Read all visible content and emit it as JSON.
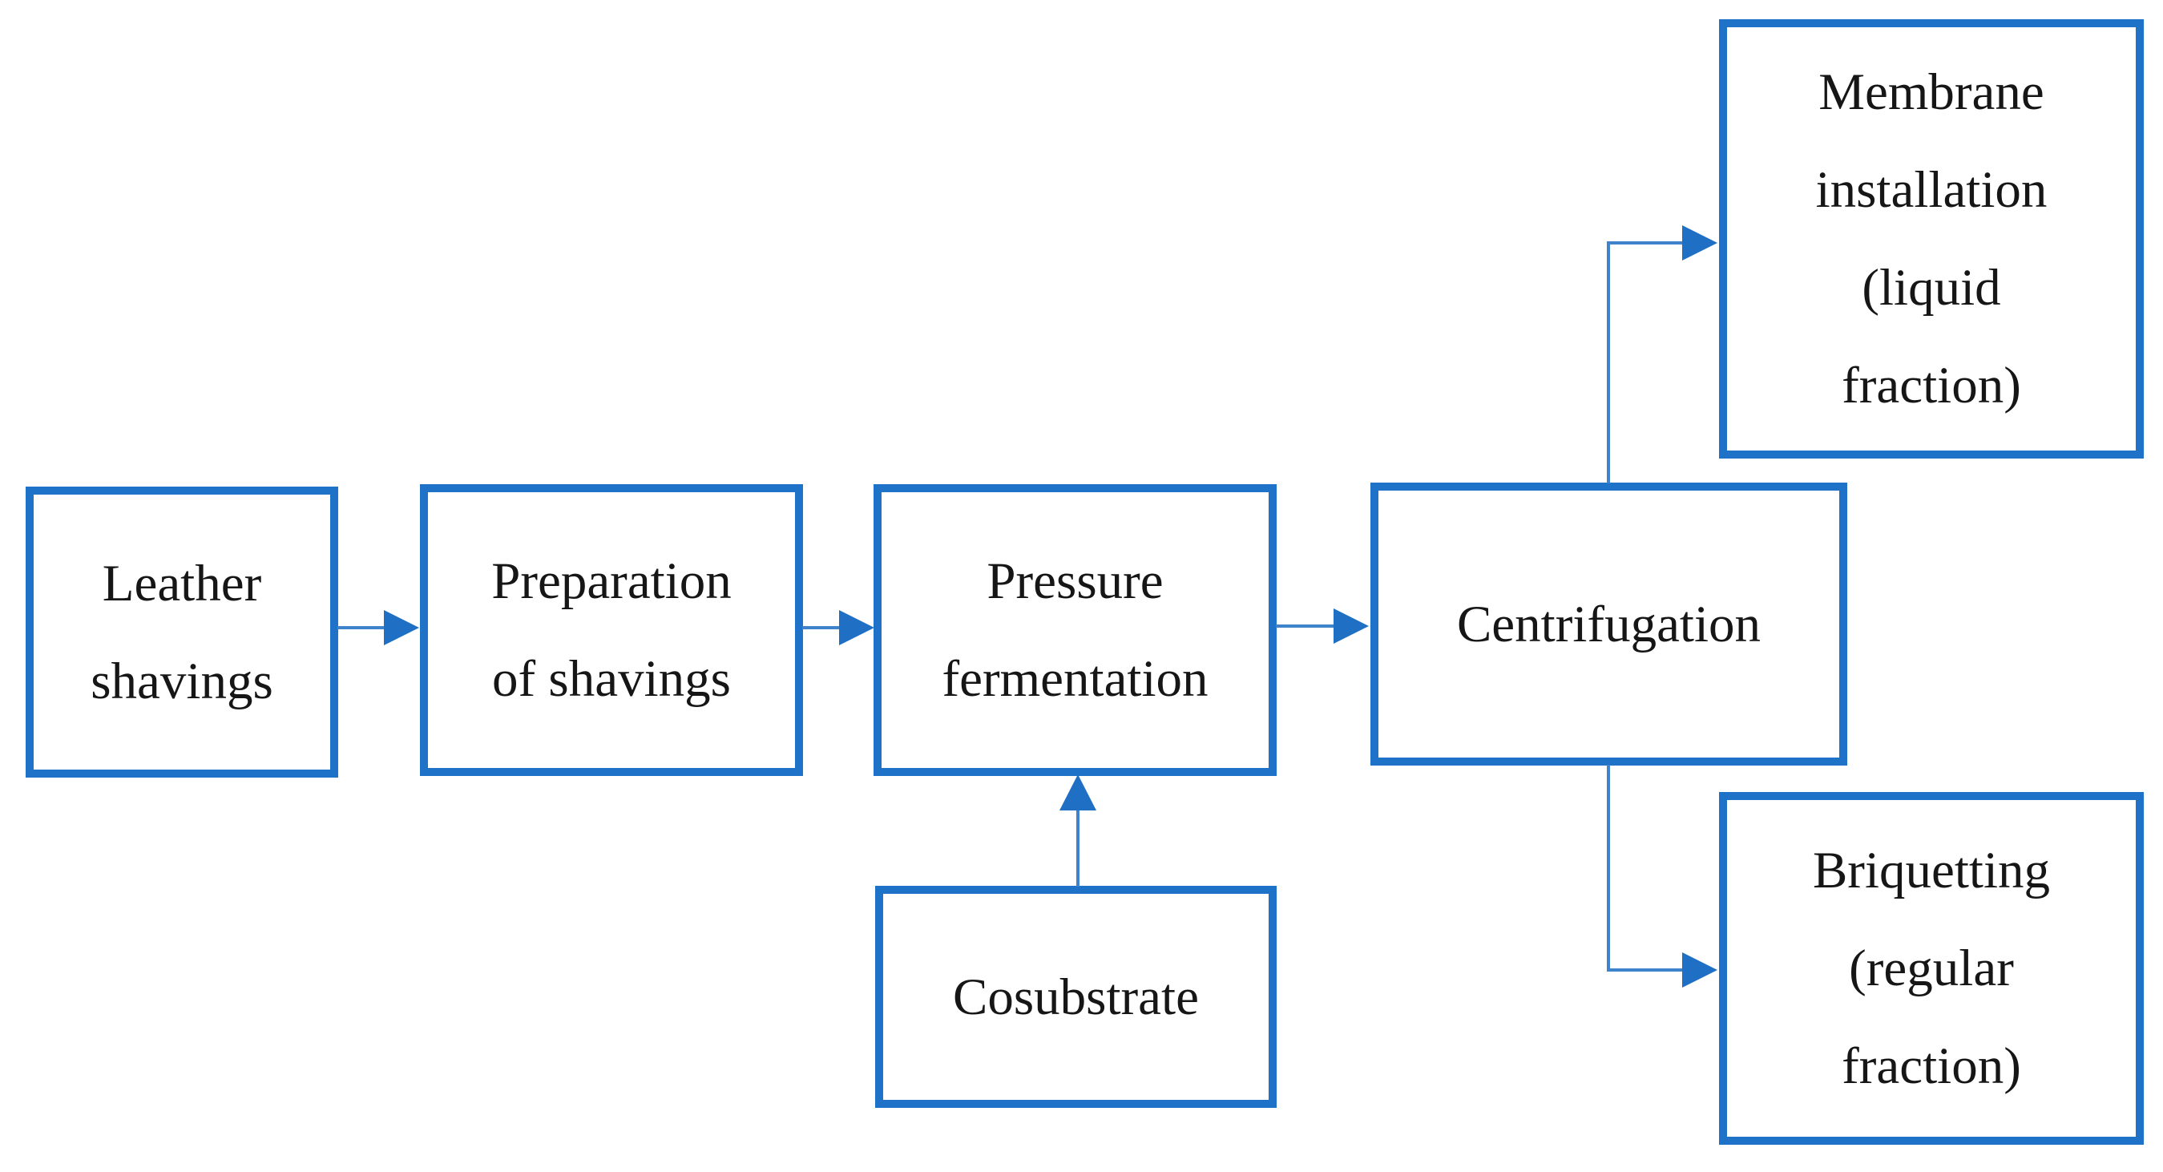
{
  "diagram": {
    "type": "flowchart",
    "background": "#ffffff",
    "nodes": [
      {
        "id": "leather-shavings",
        "label": "Leather\nshavings"
      },
      {
        "id": "preparation-of-shavings",
        "label": "Preparation\nof shavings"
      },
      {
        "id": "pressure-fermentation",
        "label": "Pressure\nfermentation"
      },
      {
        "id": "centrifugation",
        "label": "Centrifugation"
      },
      {
        "id": "membrane-installation",
        "label": "Membrane\ninstallation\n(liquid\nfraction)"
      },
      {
        "id": "briquetting",
        "label": "Briquetting\n(regular\nfraction)"
      },
      {
        "id": "cosubstrate",
        "label": "Cosubstrate"
      }
    ],
    "edges": [
      {
        "from": "leather-shavings",
        "to": "preparation-of-shavings",
        "direction": "right"
      },
      {
        "from": "preparation-of-shavings",
        "to": "pressure-fermentation",
        "direction": "right"
      },
      {
        "from": "pressure-fermentation",
        "to": "centrifugation",
        "direction": "right"
      },
      {
        "from": "cosubstrate",
        "to": "pressure-fermentation",
        "direction": "up"
      },
      {
        "from": "centrifugation",
        "to": "membrane-installation",
        "direction": "up-then-right"
      },
      {
        "from": "centrifugation",
        "to": "briquetting",
        "direction": "down-then-right"
      }
    ],
    "colors": {
      "box_border": "#1e72c7",
      "connector": "#3f83cd",
      "arrowhead": "#1f70c4",
      "text": "#161616",
      "background": "#ffffff"
    }
  }
}
